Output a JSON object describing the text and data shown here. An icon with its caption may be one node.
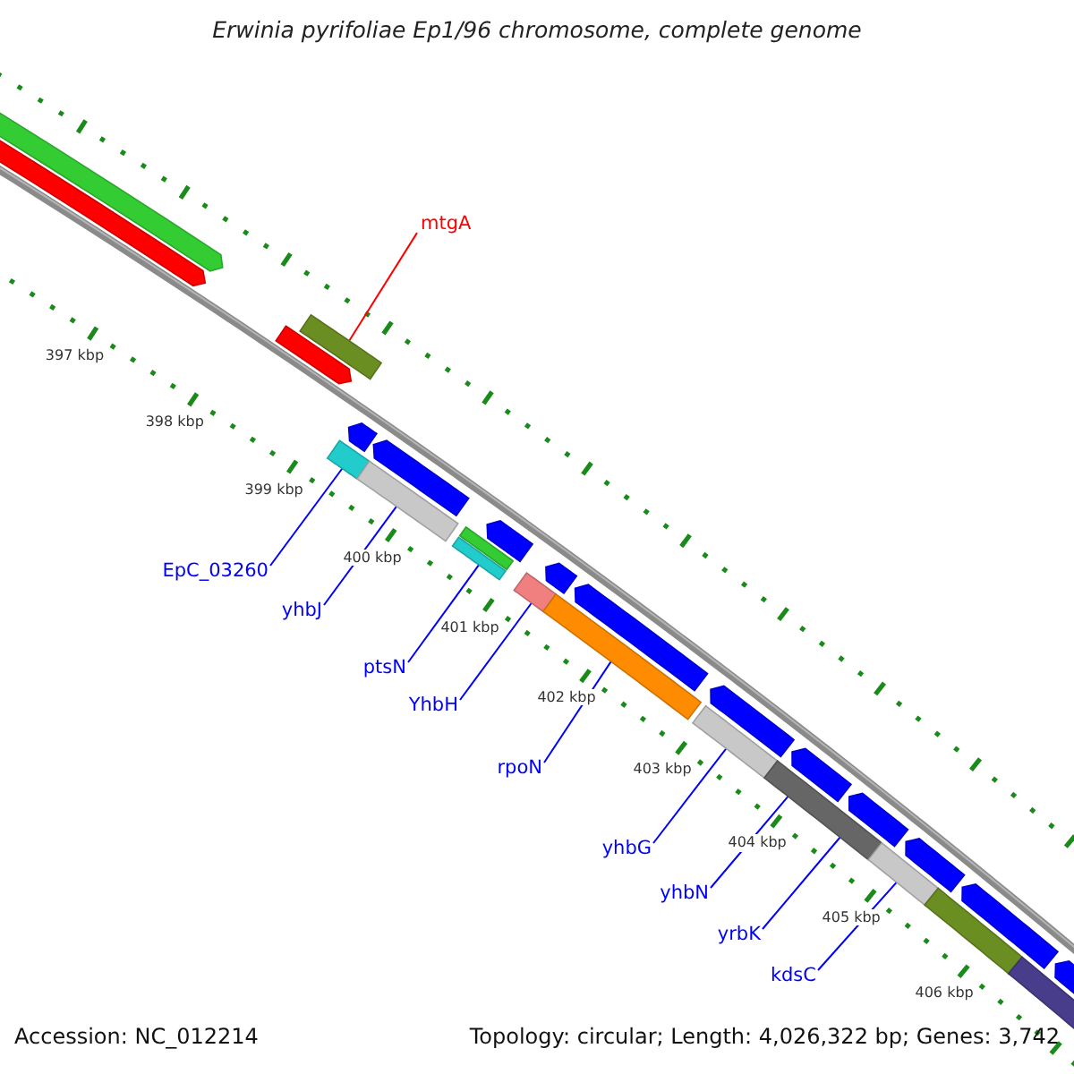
{
  "diagram": {
    "title": "Erwinia pyrifoliae Ep1/96 chromosome, complete genome",
    "nodes": [
      {
        "text": [
          "mtgA"
        ]
      },
      {
        "text": [
          "EpC_03260"
        ]
      },
      {
        "text": [
          "yhbJ"
        ]
      },
      {
        "text": [
          "ptsN"
        ]
      },
      {
        "text": [
          "YhbH"
        ]
      },
      {
        "text": [
          "rpoN"
        ]
      },
      {
        "text": [
          "yhbG"
        ]
      },
      {
        "text": [
          "yhbN"
        ]
      },
      {
        "text": [
          "yrbK"
        ]
      },
      {
        "text": [
          "kdsC"
        ]
      },
      {
        "text": [],
        "shape": "bar"
      },
      {
        "text": [],
        "shape": "bar"
      },
      {
        "text": [],
        "shape": "bar"
      },
      {
        "text": [],
        "shape": "bar"
      },
      {
        "text": [],
        "shape": "bar"
      },
      {
        "text": [],
        "shape": "bar"
      },
      {
        "text": [],
        "shape": "bar"
      },
      {
        "text": [],
        "shape": "bar"
      },
      {
        "text": [],
        "shape": "bar"
      },
      {
        "text": [],
        "shape": "bar"
      },
      {
        "text": [],
        "shape": "bar"
      },
      {
        "text": [],
        "shape": "bar"
      },
      {
        "text": [],
        "shape": "bar"
      },
      {
        "text": [],
        "shape": "bar"
      },
      {
        "text": [],
        "shape": "bar"
      },
      {
        "text": [],
        "shape": "bar"
      },
      {
        "text": [],
        "shape": "bar"
      },
      {
        "text": [],
        "shape": "bar"
      },
      {
        "text": [],
        "shape": "bar"
      },
      {
        "text": [],
        "shape": "bar"
      },
      {
        "text": [],
        "shape": "bar"
      },
      {
        "text": [],
        "shape": "bar"
      },
      {
        "text": [],
        "shape": "bar"
      },
      {
        "text": [],
        "shape": "bar"
      },
      {
        "text": [],
        "shape": "bar"
      },
      {
        "text": [],
        "shape": "bar"
      }
    ],
    "edges": [
      {
        "from": 0,
        "to": 13,
        "arrow": "none",
        "color": "#ff0000"
      },
      {
        "from": 1,
        "to": 14,
        "arrow": "none"
      },
      {
        "from": 2,
        "to": 17,
        "arrow": "none"
      },
      {
        "from": 3,
        "to": 19,
        "arrow": "none"
      },
      {
        "from": 4,
        "to": 21,
        "arrow": "none"
      },
      {
        "from": 5,
        "to": 23,
        "arrow": "none"
      },
      {
        "from": 6,
        "to": 26,
        "arrow": "none"
      },
      {
        "from": 7,
        "to": 27,
        "arrow": "none"
      },
      {
        "from": 8,
        "to": 27,
        "arrow": "none"
      },
      {
        "from": 9,
        "to": 30,
        "arrow": "none"
      }
    ],
    "labels": [
      "397 kbp",
      "398 kbp",
      "399 kbp",
      "400 kbp",
      "401 kbp",
      "402 kbp",
      "403 kbp",
      "404 kbp",
      "405 kbp",
      "406 kbp",
      "Accession: NC_012214",
      "Topology: circular; Length: 4,026,322 bp; Genes: 3,742"
    ]
  }
}
